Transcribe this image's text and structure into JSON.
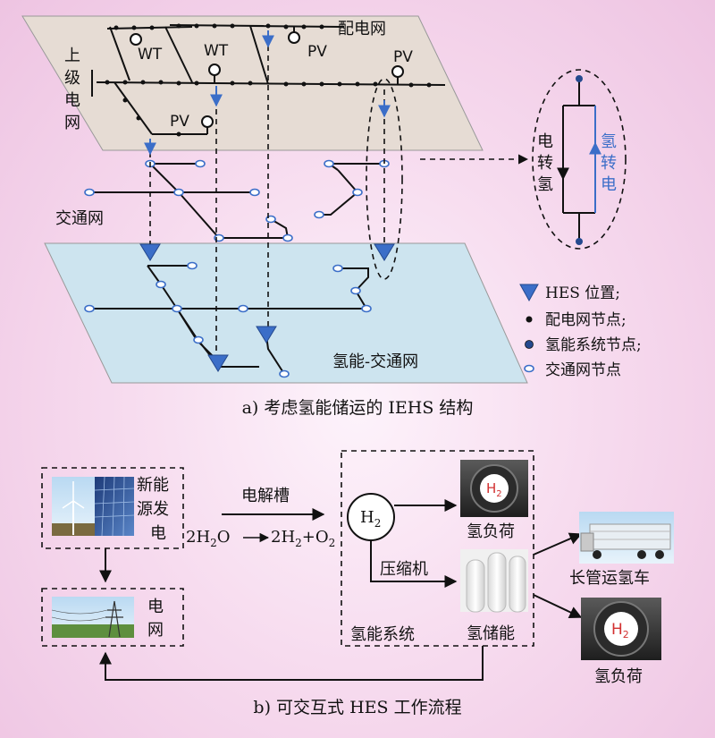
{
  "part_a": {
    "caption": "a) 考虑氢能储运的 IEHS 结构",
    "distribution_network": {
      "label": "配电网",
      "upper_grid": [
        "上",
        "级",
        "电",
        "网"
      ],
      "wt_labels": [
        "WT",
        "WT"
      ],
      "pv_labels": [
        "PV",
        "PV",
        "PV"
      ]
    },
    "traffic_network_label": "交通网",
    "hydrogen_traffic_label": "氢能-交通网",
    "conversion": {
      "power_to_h2": [
        "电",
        "转",
        "氢"
      ],
      "h2_to_power": [
        "氢",
        "转",
        "电"
      ]
    },
    "legend": [
      {
        "symbol": "triangle",
        "text": "HES 位置;"
      },
      {
        "symbol": "black-dot",
        "text": "配电网节点;"
      },
      {
        "symbol": "blue-dot",
        "text": "氢能系统节点;"
      },
      {
        "symbol": "open-dot",
        "text": "交通网节点"
      }
    ]
  },
  "part_b": {
    "caption": "b) 可交互式 HES 工作流程",
    "renewable": [
      "新能",
      "源发",
      "电"
    ],
    "grid": [
      "电",
      "网"
    ],
    "electrolyzer": "电解槽",
    "reaction": {
      "lhs": [
        "2H",
        "2",
        "O"
      ],
      "rhs": [
        "2H",
        "2",
        "+O",
        "2"
      ]
    },
    "h2_symbol": [
      "H",
      "2"
    ],
    "compressor": "压缩机",
    "h2_load": "氢负荷",
    "h2_storage": "氢储能",
    "h2_system": "氢能系统",
    "tube_trailer": "长管运氢车",
    "h2_load_right": "氢负荷",
    "tank_badge": [
      "H",
      "2"
    ]
  },
  "colors": {
    "plane_top": "#e6dcd4",
    "plane_bottom": "#cde4ef",
    "accent_blue": "#3b6ec8",
    "line": "#111111"
  }
}
